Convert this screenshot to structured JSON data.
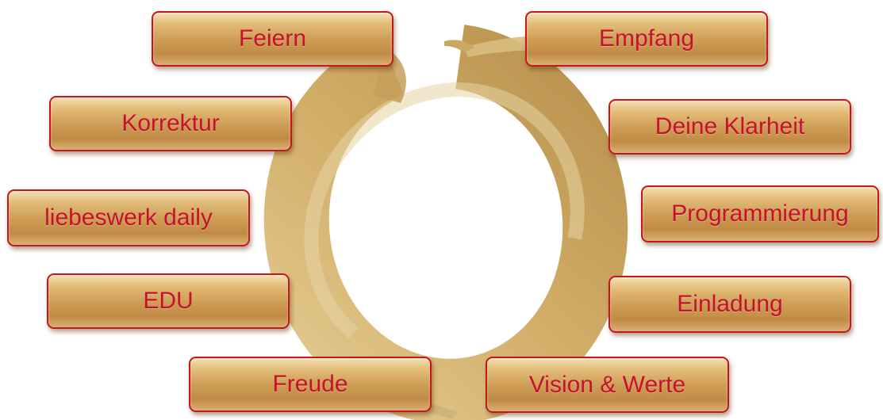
{
  "labels": {
    "feiern": "Feiern",
    "empfang": "Empfang",
    "korrektur": "Korrektur",
    "klarheit": "Deine Klarheit",
    "liebeswerk": "liebeswerk daily",
    "programmierung": "Programmierung",
    "edu": "EDU",
    "einladung": "Einladung",
    "freude": "Freude",
    "vision": "Vision & Werte"
  },
  "colors": {
    "text": "#c8102e",
    "border": "#c4161c",
    "ring_gold": "#d4b36e"
  }
}
